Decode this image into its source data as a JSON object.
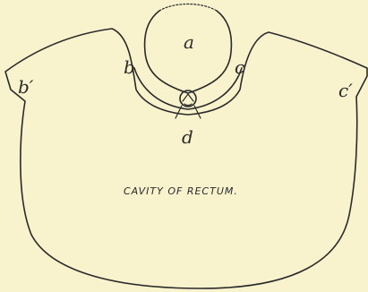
{
  "diagram": {
    "labels": {
      "a": "a",
      "b": "b",
      "c": "c",
      "d": "d",
      "b_prime": "b′",
      "c_prime": "c′"
    },
    "caption": "CAVITY OF RECTUM.",
    "colors": {
      "background": "#f8f2cd",
      "ink": "#2a2a2a"
    }
  }
}
